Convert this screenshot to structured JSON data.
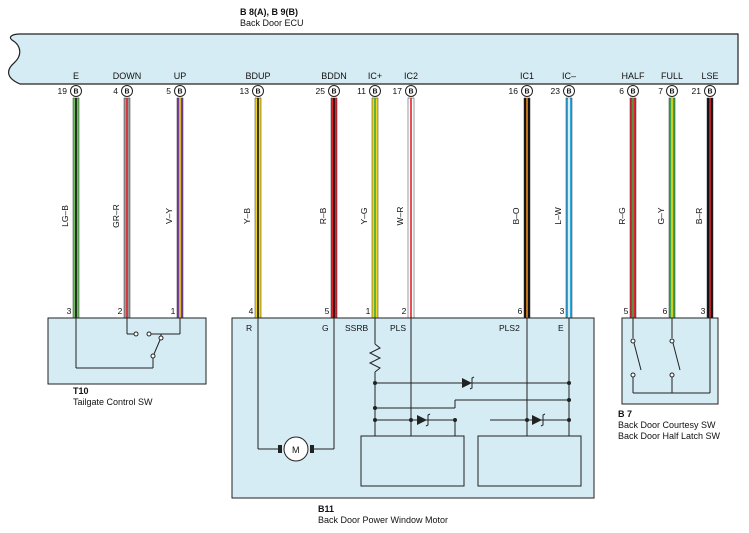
{
  "ecu": {
    "connector": "B 8(A), B 9(B)",
    "name": "Back Door ECU",
    "pins": [
      {
        "id": "E",
        "num": "19",
        "conn": "B"
      },
      {
        "id": "DOWN",
        "num": "4",
        "conn": "B"
      },
      {
        "id": "UP",
        "num": "5",
        "conn": "B"
      },
      {
        "id": "BDUP",
        "num": "13",
        "conn": "B"
      },
      {
        "id": "BDDN",
        "num": "25",
        "conn": "B"
      },
      {
        "id": "IC+",
        "num": "11",
        "conn": "B"
      },
      {
        "id": "IC2",
        "num": "17",
        "conn": "B"
      },
      {
        "id": "IC1",
        "num": "16",
        "conn": "B"
      },
      {
        "id": "IC–",
        "num": "23",
        "conn": "B"
      },
      {
        "id": "HALF",
        "num": "6",
        "conn": "B"
      },
      {
        "id": "FULL",
        "num": "7",
        "conn": "B"
      },
      {
        "id": "LSE",
        "num": "21",
        "conn": "B"
      }
    ]
  },
  "wires": [
    {
      "code": "LG–B",
      "c1": "#6dbf5f",
      "c2": "#111111",
      "bottom_pin": "3"
    },
    {
      "code": "GR–R",
      "c1": "#9a9a9a",
      "c2": "#e0232e",
      "bottom_pin": "2"
    },
    {
      "code": "V–Y",
      "c1": "#7b3fa0",
      "c2": "#f1d61c",
      "bottom_pin": "1"
    },
    {
      "code": "Y–B",
      "c1": "#f1d61c",
      "c2": "#111111",
      "bottom_pin": "4"
    },
    {
      "code": "R–B",
      "c1": "#e0232e",
      "c2": "#111111",
      "bottom_pin": "5"
    },
    {
      "code": "Y–G",
      "c1": "#f1d61c",
      "c2": "#3aa84a",
      "bottom_pin": "1"
    },
    {
      "code": "W–R",
      "c1": "#ffffff",
      "c2": "#e0232e",
      "bottom_pin": "2"
    },
    {
      "code": "B–O",
      "c1": "#111111",
      "c2": "#ef8a1f",
      "bottom_pin": "6"
    },
    {
      "code": "L–W",
      "c1": "#2aa8df",
      "c2": "#ffffff",
      "bottom_pin": "3"
    },
    {
      "code": "R–G",
      "c1": "#e0232e",
      "c2": "#3aa84a",
      "bottom_pin": "5"
    },
    {
      "code": "G–Y",
      "c1": "#3aa84a",
      "c2": "#f1d61c",
      "bottom_pin": "6"
    },
    {
      "code": "B–R",
      "c1": "#111111",
      "c2": "#e0232e",
      "bottom_pin": "3"
    }
  ],
  "components": {
    "t10": {
      "code": "T10",
      "name": "Tailgate Control SW"
    },
    "b11": {
      "code": "B11",
      "name": "Back Door Power Window Motor",
      "terminals": [
        "R",
        "G",
        "SSRB",
        "PLS",
        "PLS2",
        "E"
      ],
      "motor": "M"
    },
    "b7": {
      "code": "B 7",
      "name1": "Back Door Courtesy SW",
      "name2": "Back Door Half Latch SW"
    }
  },
  "colors": {
    "box_fill": "#d6ecf5",
    "line": "#222222"
  }
}
